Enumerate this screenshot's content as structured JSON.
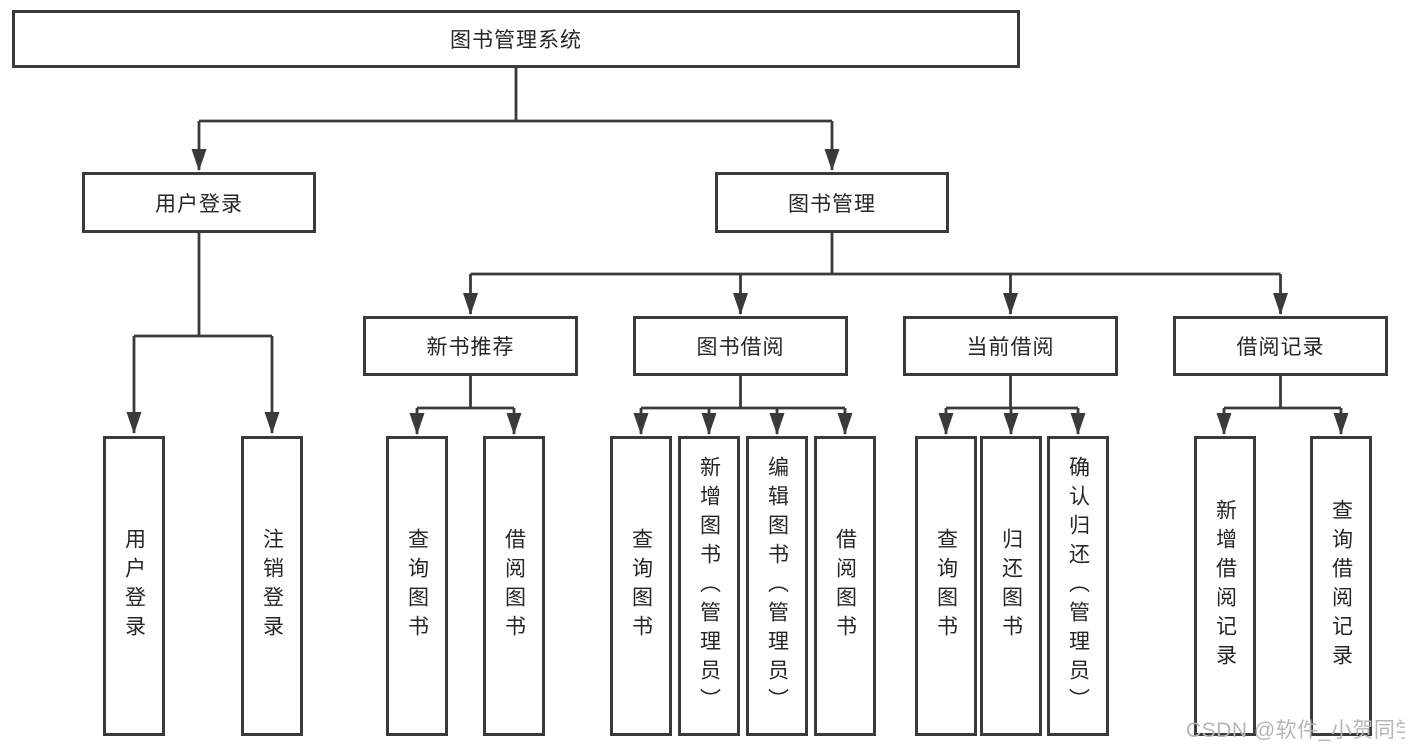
{
  "diagram": {
    "title_node": {
      "label": "图书管理系统"
    },
    "level2": [
      {
        "label": "用户登录"
      },
      {
        "label": "图书管理"
      }
    ],
    "level3": [
      {
        "label": "新书推荐"
      },
      {
        "label": "图书借阅"
      },
      {
        "label": "当前借阅"
      },
      {
        "label": "借阅记录"
      }
    ],
    "leaves": {
      "login": [
        "用户登录",
        "注销登录"
      ],
      "newbook": [
        "查询图书",
        "借阅图书"
      ],
      "borrow": [
        "查询图书",
        "新增图书（管理员）",
        "编辑图书（管理员）",
        "借阅图书"
      ],
      "current": [
        "查询图书",
        "归还图书",
        "确认归还（管理员）"
      ],
      "records": [
        "新增借阅记录",
        "查询借阅记录"
      ]
    }
  },
  "watermark": {
    "text": "CSDN @软件_小贺同学"
  },
  "colors": {
    "line": "#3a3a3a",
    "text": "#262626",
    "watermark": "#b6b6b6",
    "background": "#ffffff"
  }
}
